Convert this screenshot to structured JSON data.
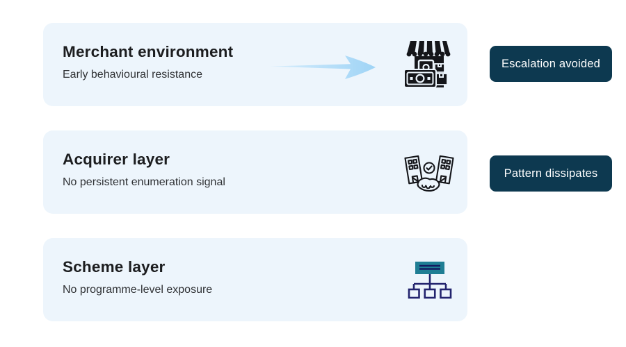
{
  "rows": [
    {
      "title": "Merchant environment",
      "subtitle": "Early behavioural resistance",
      "icon": "storefront-icon",
      "badge": "Escalation avoided"
    },
    {
      "title": "Acquirer layer",
      "subtitle": "No persistent enumeration signal",
      "icon": "buildings-handshake-icon",
      "badge": "Pattern dissipates"
    },
    {
      "title": "Scheme layer",
      "subtitle": "No programme-level exposure",
      "icon": "org-hierarchy-icon",
      "badge": null
    }
  ],
  "colors": {
    "page_bg": "#ffffff",
    "card_bg": "#edf5fc",
    "title_text": "#1c1d1f",
    "subtitle_text": "#2f3134",
    "badge_bg": "#0d3950",
    "badge_text": "#ffffff",
    "arrow_tail": "#d7edfc",
    "arrow_head": "#9fd4f6",
    "icon_ink": "#15161a",
    "hierarchy_teal": "#1f7e94",
    "hierarchy_navy": "#23246e"
  }
}
